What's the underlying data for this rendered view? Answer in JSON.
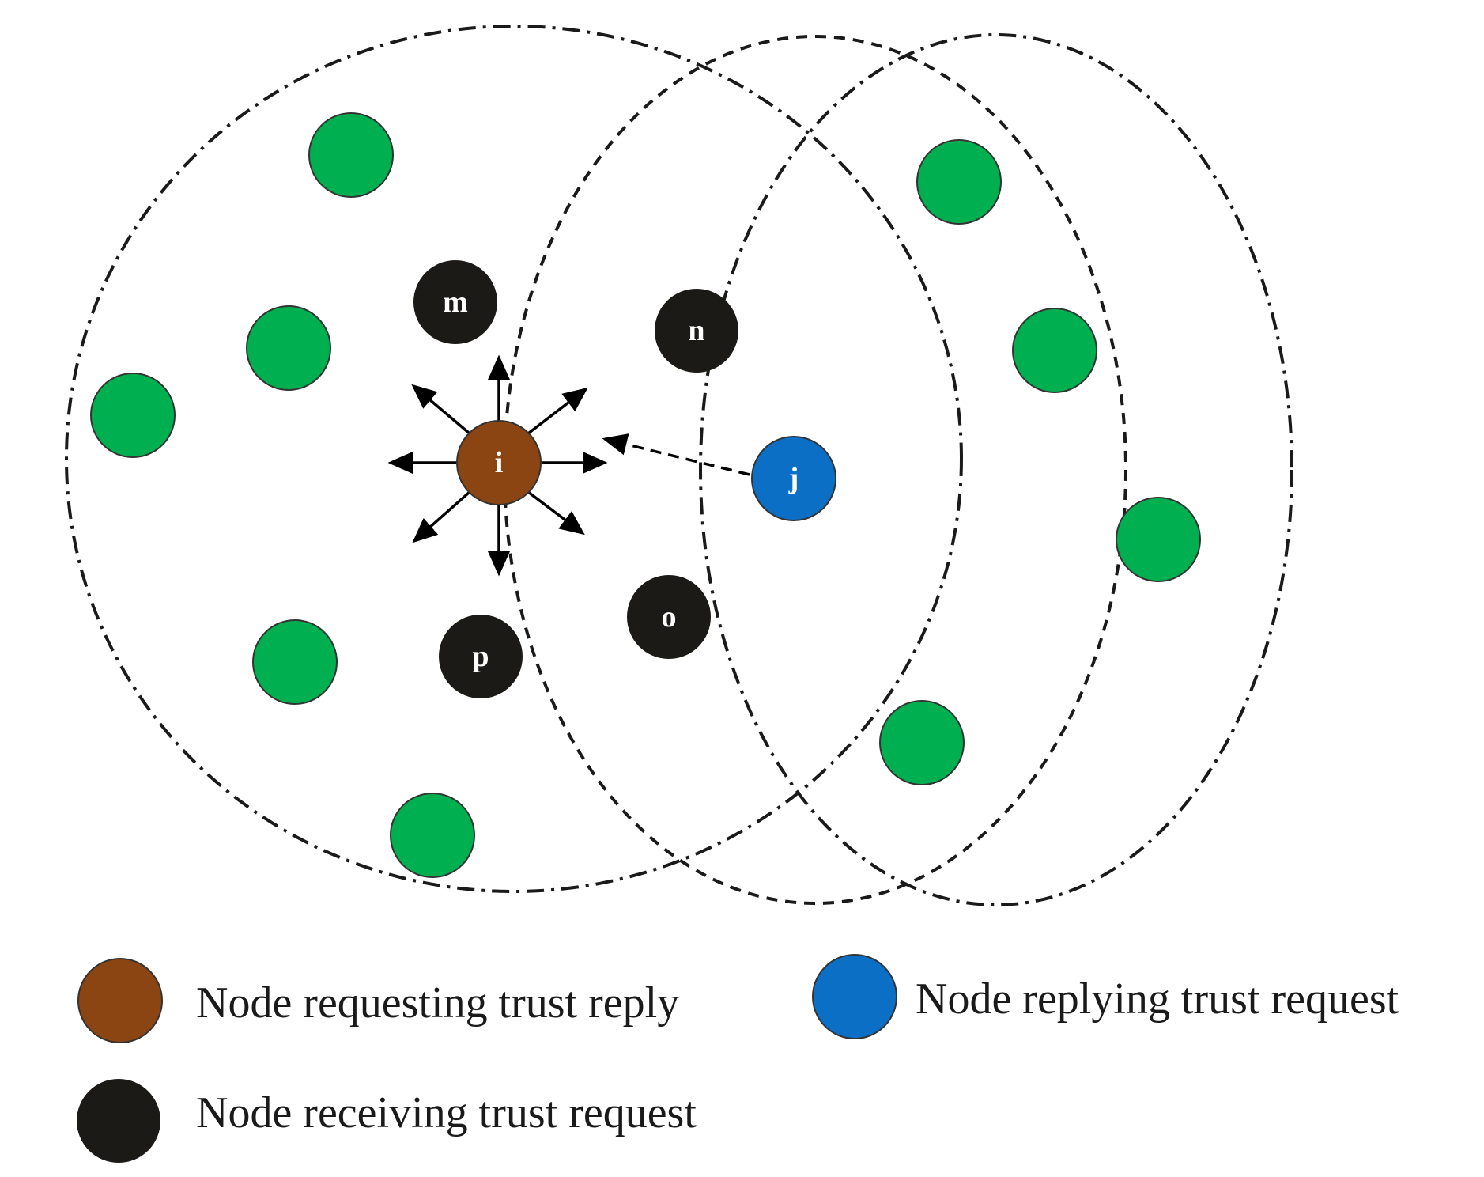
{
  "colors": {
    "requester": "#8B4513",
    "replier": "#0B6FC6",
    "receiver": "#1C1A16",
    "neighbor": "#00B050"
  },
  "nodes": {
    "i": "i",
    "j": "j",
    "m": "m",
    "n": "n",
    "o": "o",
    "p": "p"
  },
  "legend": {
    "requesting": "Node requesting trust reply",
    "replying": "Node replying trust request",
    "receiving": "Node receiving trust request"
  }
}
